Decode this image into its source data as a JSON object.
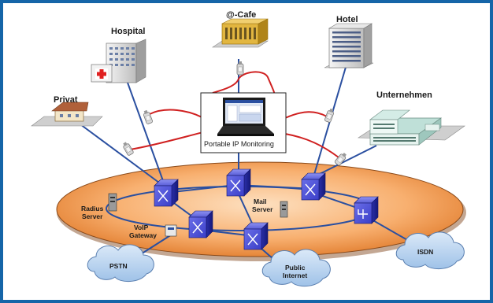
{
  "nodes": {
    "hospital": "Hospital",
    "cafe": "@-Cafe",
    "hotel": "Hotel",
    "privat": "Privat",
    "unternehmen": "Unternehmen",
    "monitoring": "Portable IP Monitoring",
    "radius_line1": "Radius",
    "radius_line2": "Server",
    "mail_line1": "Mail",
    "mail_line2": "Server",
    "voip_line1": "VoIP",
    "voip_line2": "Gateway",
    "pstn": "PSTN",
    "internet_line1": "Public",
    "internet_line2": "Internet",
    "isdn": "ISDN"
  },
  "colors": {
    "frame": "#1565a8",
    "ring_fill": "#f7a867",
    "ring_edge": "#8a4a1a",
    "link_blue": "#2a4fa0",
    "link_red": "#d02020",
    "switch": "#3a3ec8",
    "cloud": "#b8d4f0"
  }
}
